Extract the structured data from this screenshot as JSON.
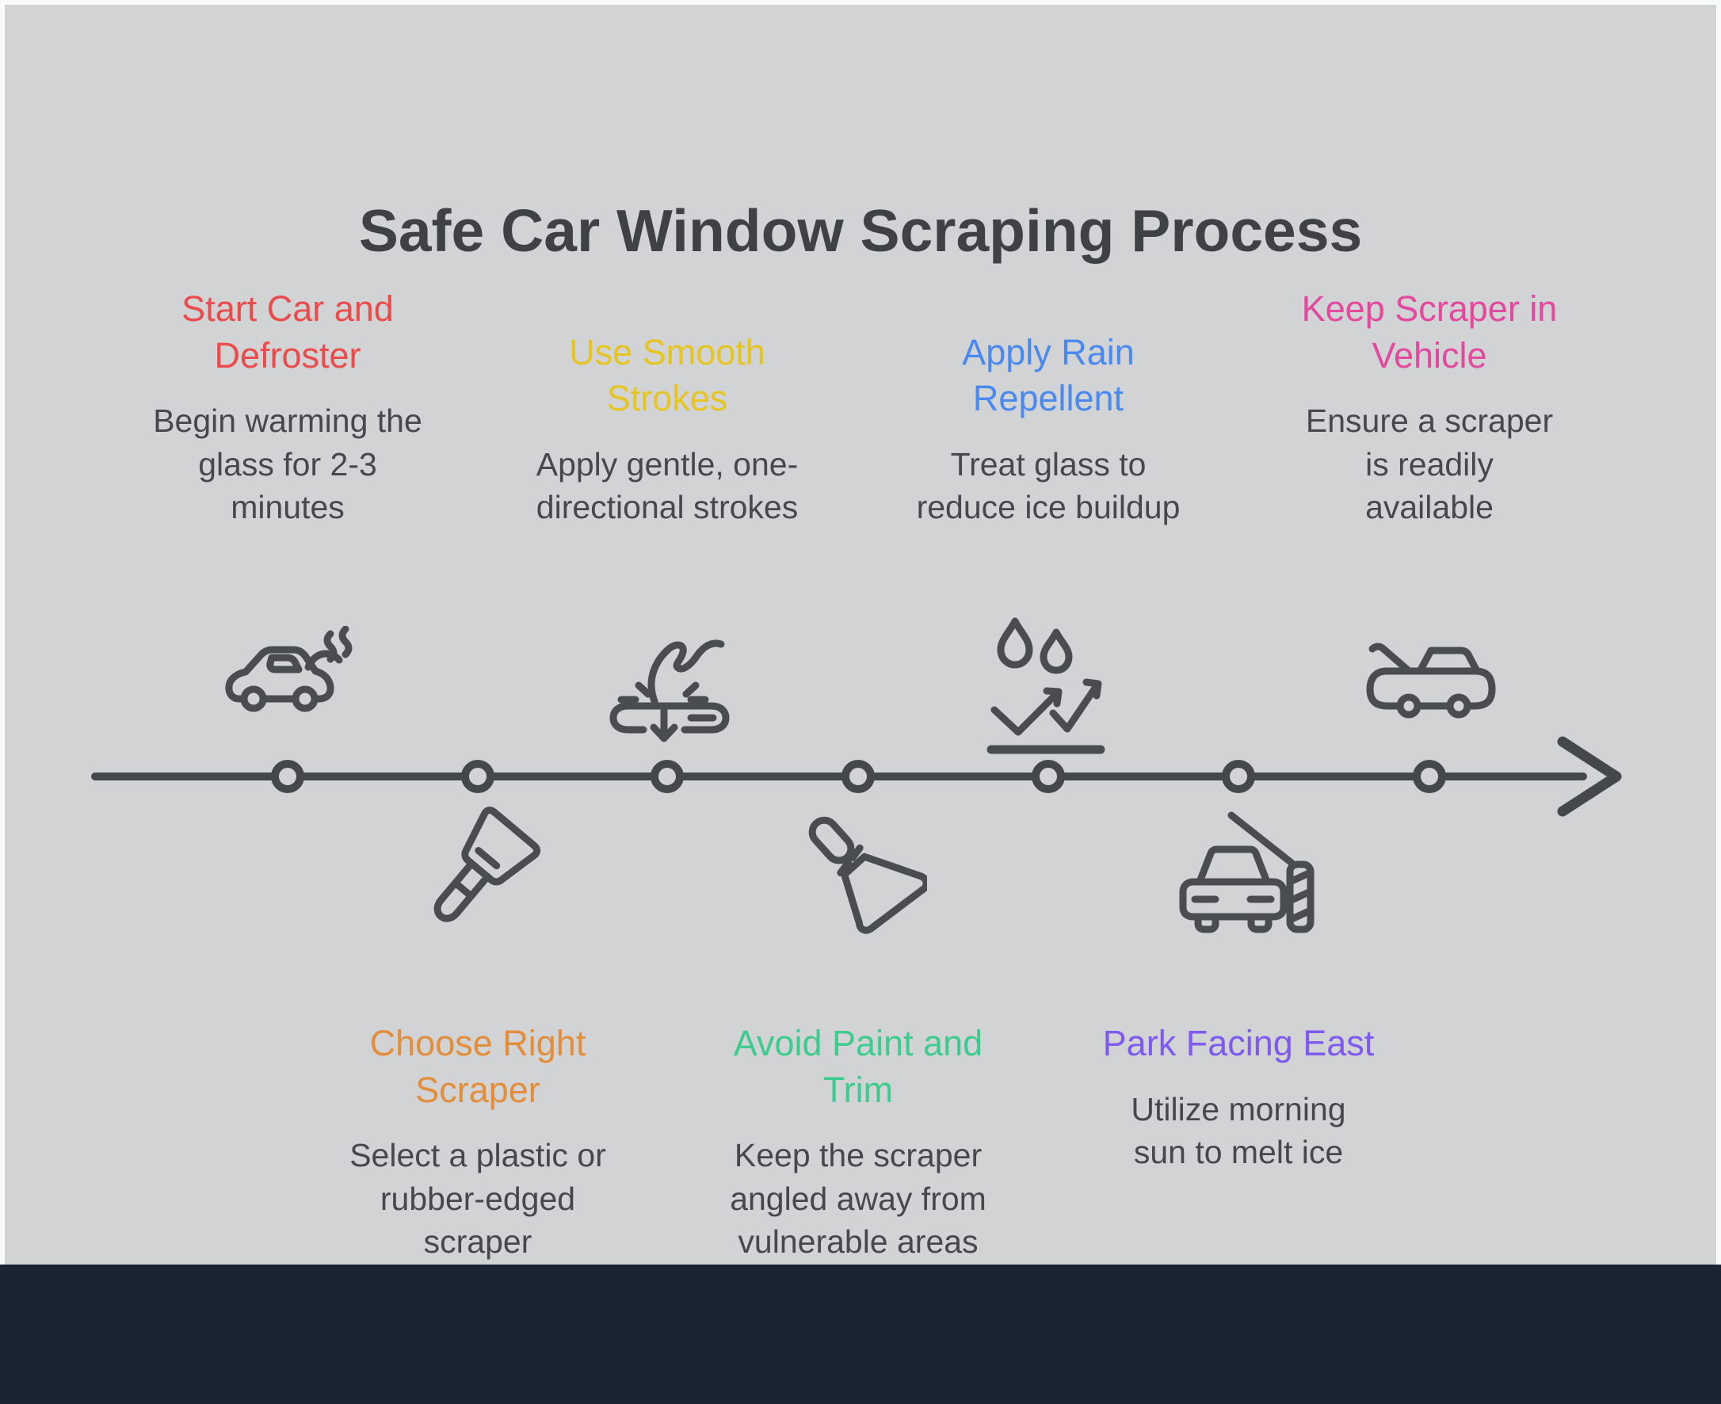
{
  "title": "Safe Car Window Scraping Process",
  "colors": {
    "page_background": "#f7fafa",
    "panel_background": "#d2d3d4",
    "footer_background": "#1b2433",
    "title_text": "#3e4245",
    "description_text": "#46494c",
    "timeline_and_icons": "#4a4d4f"
  },
  "timeline": {
    "direction": "left-to-right",
    "node_count": 7,
    "arrowhead": "right"
  },
  "steps": [
    {
      "title": "Start Car and Defroster",
      "description": "Begin warming the glass for 2-3 minutes",
      "color": "#ea4b4b",
      "side": "above",
      "icon": "car-defroster-icon"
    },
    {
      "title": "Choose Right Scraper",
      "description": "Select a plastic or rubber-edged scraper",
      "color": "#e28e3c",
      "side": "below",
      "icon": "scraper-icon"
    },
    {
      "title": "Use Smooth Strokes",
      "description": "Apply gentle, one-directional strokes",
      "color": "#e5c522",
      "side": "above",
      "icon": "smooth-strokes-icon"
    },
    {
      "title": "Avoid Paint and Trim",
      "description": "Keep the scraper angled away from vulnerable areas",
      "color": "#3ecb8e",
      "side": "below",
      "icon": "putty-knife-icon"
    },
    {
      "title": "Apply Rain Repellent",
      "description": "Treat glass to reduce ice buildup",
      "color": "#4a8af0",
      "side": "above",
      "icon": "rain-repellent-icon"
    },
    {
      "title": "Park Facing East",
      "description": "Utilize morning sun to melt ice",
      "color": "#7e5af0",
      "side": "below",
      "icon": "parking-barrier-icon"
    },
    {
      "title": "Keep Scraper in Vehicle",
      "description": "Ensure a scraper is readily available",
      "color": "#e2499f",
      "side": "above",
      "icon": "open-trunk-car-icon"
    }
  ]
}
